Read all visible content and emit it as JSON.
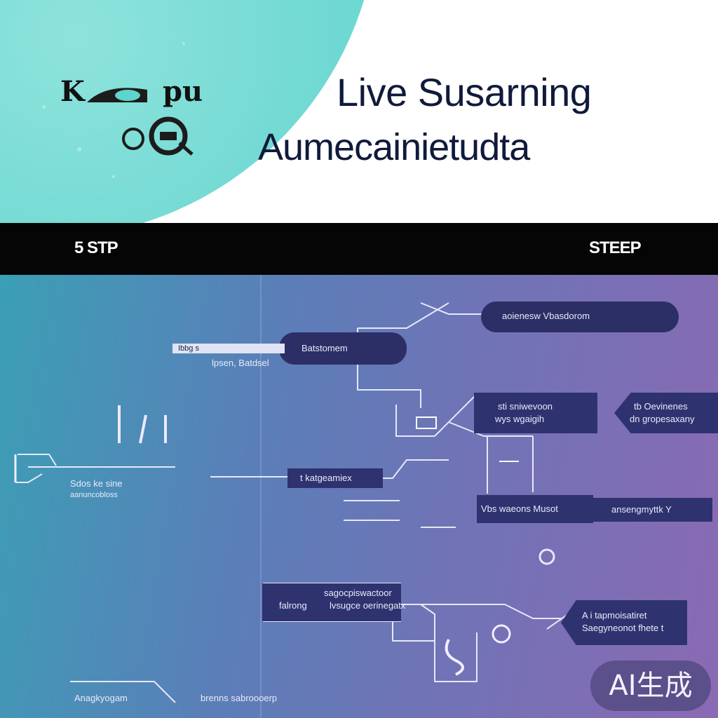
{
  "header": {
    "logo_text_1": "K",
    "logo_text_2": "pu",
    "title": "Live Susarning",
    "subtitle": "Aumecainietudta"
  },
  "band": {
    "left_label": "5 STP",
    "right_label": "STEEP"
  },
  "nodes": {
    "n1": "aoienesw Vbasdorom",
    "n2_title": "Batstomem",
    "n2_left_a": "Ibbg s",
    "n2_left_b": "lpsen, Batdsel",
    "n3_a": "sti sniwevoon",
    "n3_b": "wys wgaigih",
    "n4_a": "tb Oevinenes",
    "n4_b": "dn gropesaxany",
    "n5": "t katgeamiex",
    "n6_left_a": "Sdos ke sine",
    "n6_left_b": "aanuncobloss",
    "n7_a": "Vbs waeons Musot",
    "n7_b": "ansengmyttk Y",
    "n8_a": "sagocpiswactoor",
    "n8_b": "falrong",
    "n8_c": "lvsugce oerinegatx",
    "n9_a": "A i tapmoisatiret",
    "n9_b": "Saegyneonot fhete t",
    "n10_a": "Anagkyogam",
    "n10_b": "brenns sabroooerp"
  },
  "badge": "AI生成",
  "colors": {
    "teal": "#6fd8d2",
    "navy_text": "#101a3b",
    "band": "#050505",
    "node_fill": "#2c2f66",
    "gradient_start": "#3b9fb6",
    "gradient_end": "#8a6ab4"
  }
}
